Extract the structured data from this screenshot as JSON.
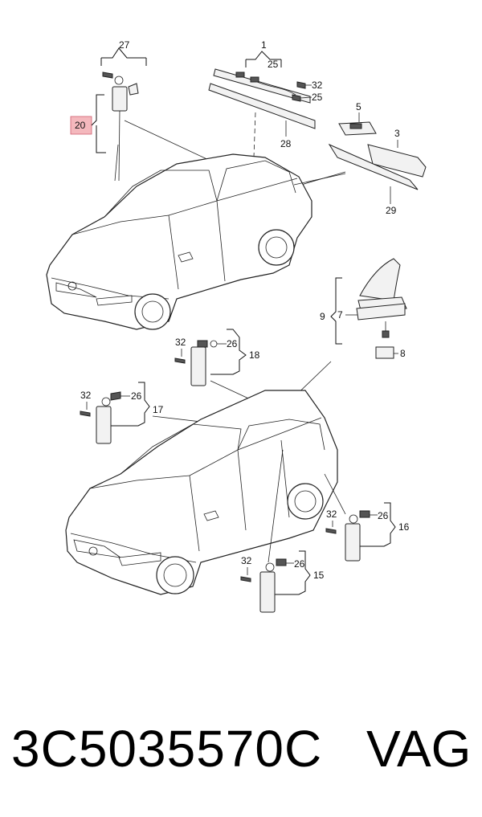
{
  "diagram": {
    "callouts": {
      "c1": "1",
      "c3": "3",
      "c5": "5",
      "c7": "7",
      "c8": "8",
      "c9": "9",
      "c15": "15",
      "c16": "16",
      "c17": "17",
      "c18": "18",
      "c20": "20",
      "c25a": "25",
      "c25b": "25",
      "c26a": "26",
      "c26b": "26",
      "c26c": "26",
      "c26d": "26",
      "c27": "27",
      "c28": "28",
      "c29": "29",
      "c32a": "32",
      "c32b": "32",
      "c32c": "32",
      "c32d": "32",
      "c32e": "32"
    },
    "highlight_color": "#f4b8bd"
  },
  "footer": {
    "part_number": "3C5035570C",
    "brand": "VAG"
  }
}
